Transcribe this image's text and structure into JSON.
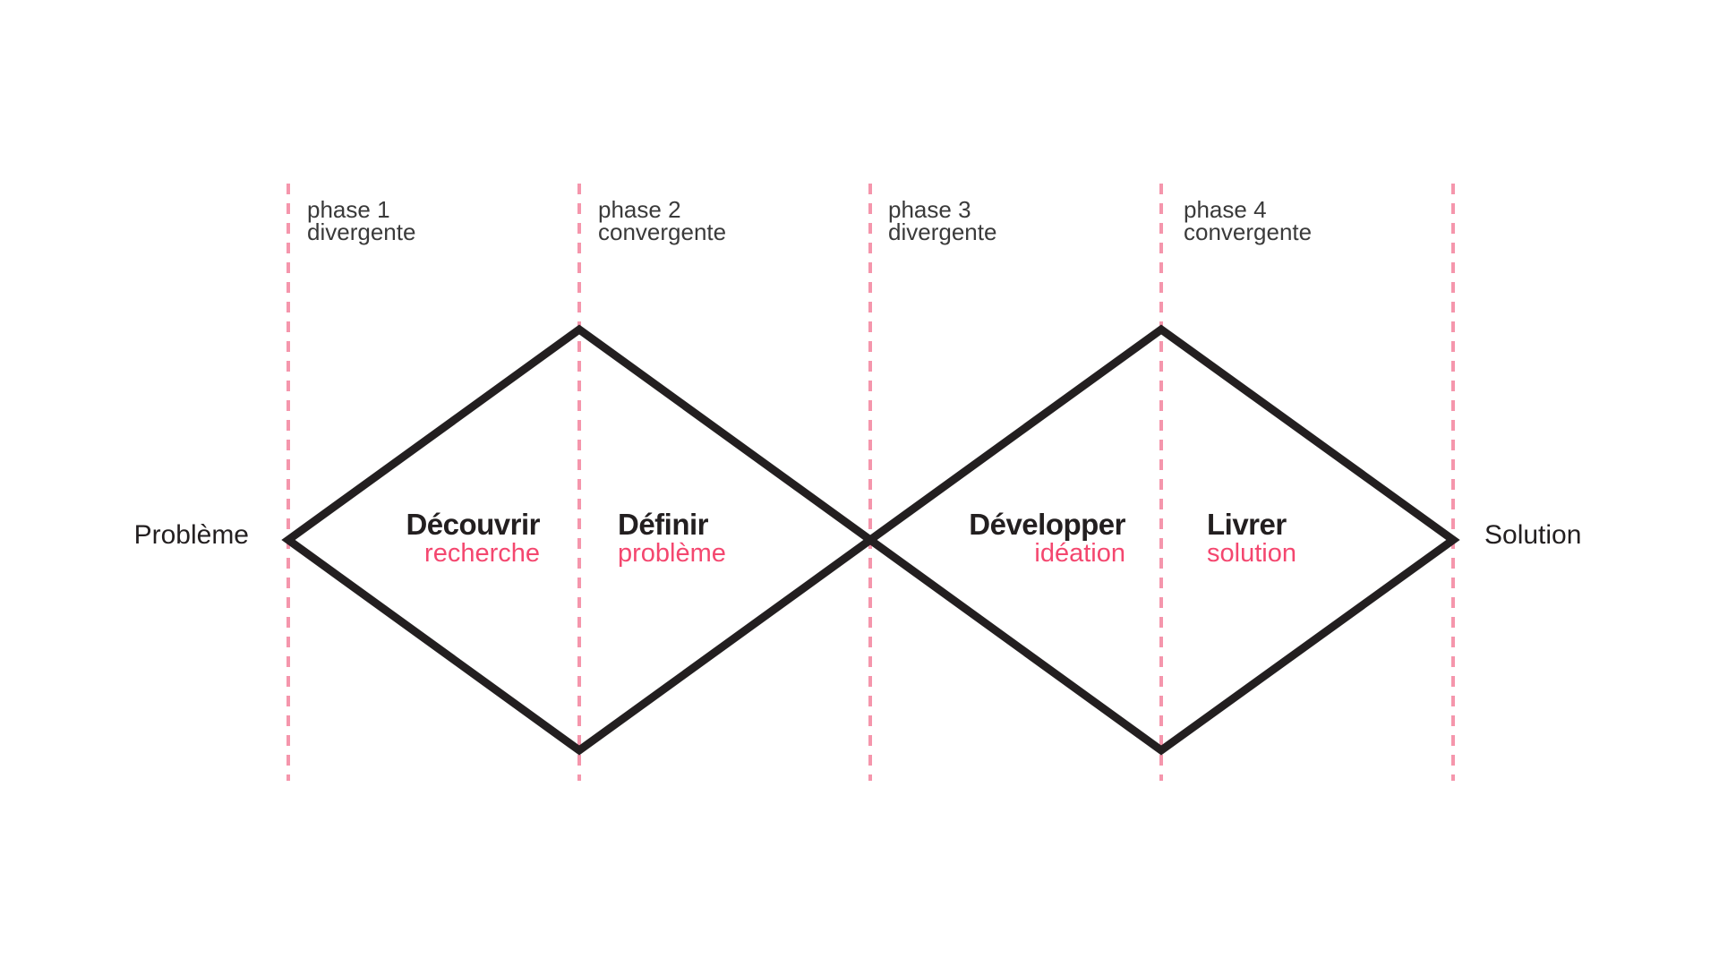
{
  "colors": {
    "background": "#FFFFFF",
    "line_black": "#231F20",
    "text_gray": "#3A3A3A",
    "text_pink": "#F4476F",
    "dash_pink": "#F596AC"
  },
  "diagram": {
    "type": "double-diamond-design-process",
    "endpoints": {
      "left": "Problème",
      "right": "Solution"
    },
    "phases": [
      {
        "line1": "phase 1",
        "line2": "divergente"
      },
      {
        "line1": "phase 2",
        "line2": "convergente"
      },
      {
        "line1": "phase 3",
        "line2": "divergente"
      },
      {
        "line1": "phase 4",
        "line2": "convergente"
      }
    ],
    "stages": [
      {
        "name": "Découvrir",
        "descriptor": "recherche"
      },
      {
        "name": "Définir",
        "descriptor": "problème"
      },
      {
        "name": "Développer",
        "descriptor": "idéation"
      },
      {
        "name": "Livrer",
        "descriptor": "solution"
      }
    ]
  }
}
